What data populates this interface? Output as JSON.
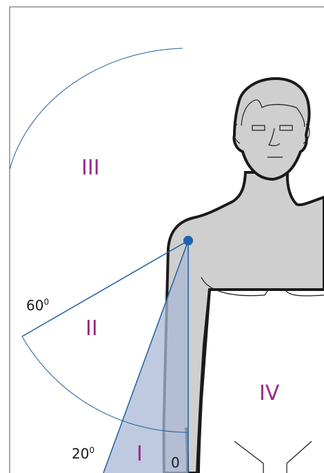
{
  "zones": {
    "zone_1": "I",
    "zone_2": "II",
    "zone_3": "III",
    "zone_4": "IV"
  },
  "angles": {
    "angle_0": {
      "value": "0",
      "degree": ""
    },
    "angle_20": {
      "value": "20",
      "degree": "0"
    },
    "angle_60": {
      "value": "60",
      "degree": "0"
    }
  },
  "colors": {
    "zone_text": "#9b2a8c",
    "line_blue": "#1f5f9e",
    "joint_blue": "#1b64b0",
    "wedge_fill": "#a9b8d6",
    "body_fill": "#cfcfcf",
    "body_outline": "#1a1a1a"
  }
}
